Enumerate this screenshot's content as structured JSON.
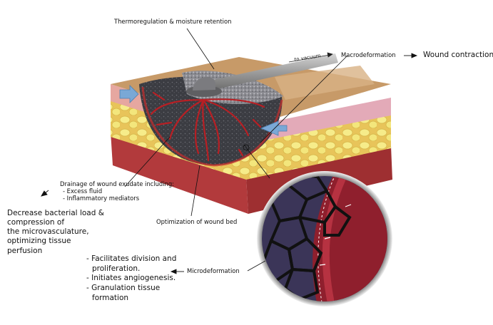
{
  "labels": {
    "thermoregulation": "Thermoregulation & moisture retention",
    "to_vacuum": "to vacuum",
    "macrodeformation": "Macrodeformation",
    "wound_contraction": "Wound contraction",
    "drainage_title": "Drainage of wound exudate including:",
    "drainage_item1": "- Excess fluid",
    "drainage_item2": "- Inflammatory mediators",
    "bacterial_load": [
      "Decrease bacterial load &",
      "compression of",
      "the microvasculature,",
      "optimizing tissue",
      "perfusion"
    ],
    "optimization": "Optimization of wound bed",
    "microdeformation": "Microdeformation",
    "micro_effects": [
      "- Facilitates division and",
      "proliferation.",
      "- Initiates angiogenesis.",
      "- Granulation tissue",
      "formation"
    ]
  },
  "colors": {
    "skin": "#c89b6a",
    "epidermis": "#e7b9a8",
    "fat": "#f1e26a",
    "muscle": "#b8393a",
    "foam": "#3a3a3f",
    "flow_arrow": "#7aa8d6",
    "tube": "#9a9a9a"
  }
}
